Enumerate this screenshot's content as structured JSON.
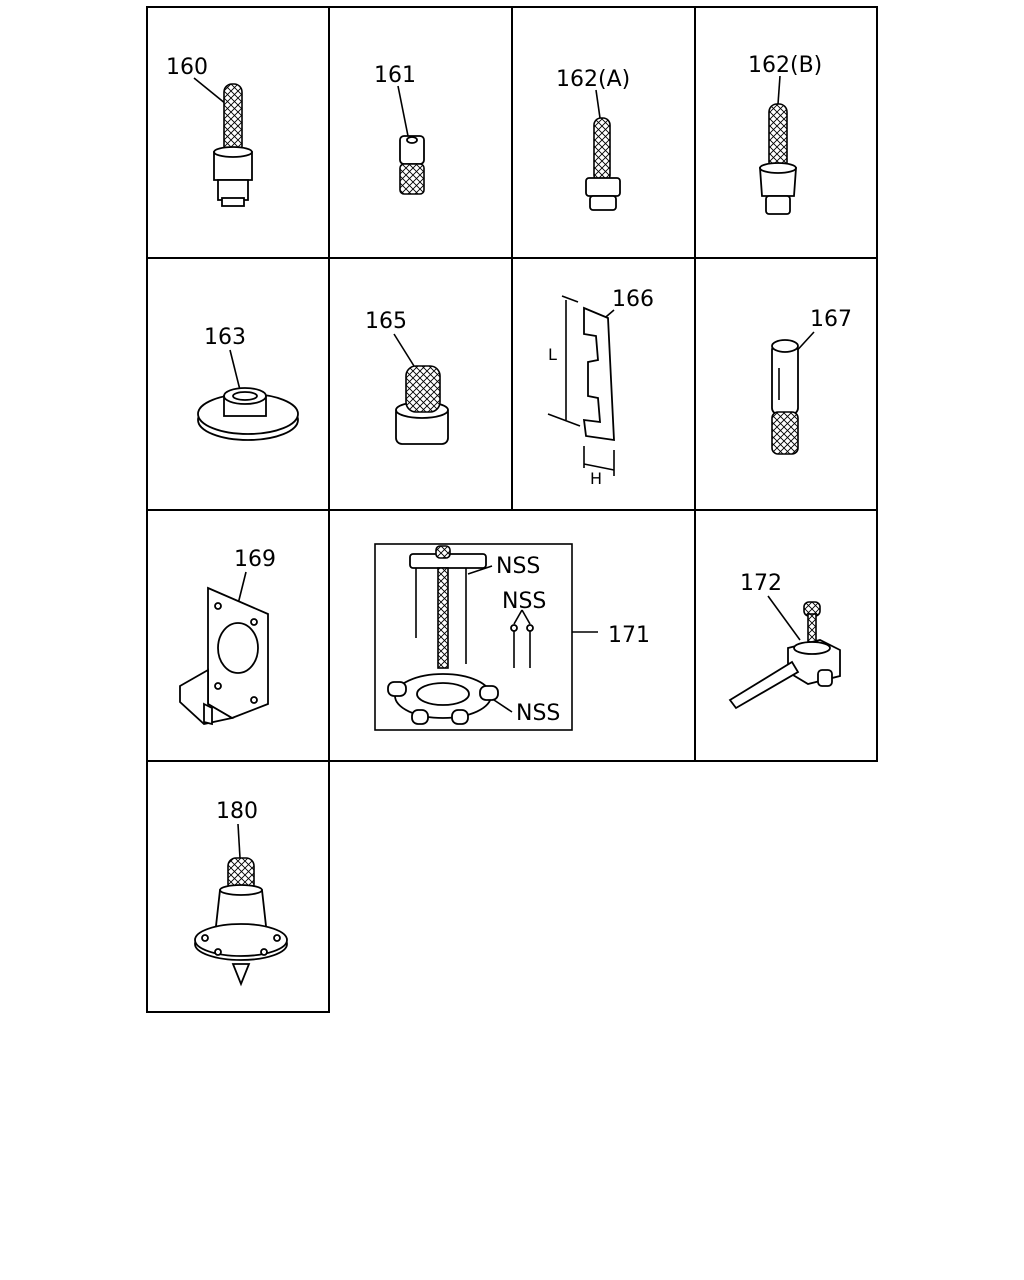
{
  "parts": [
    {
      "id": "p160",
      "label": "160"
    },
    {
      "id": "p161",
      "label": "161"
    },
    {
      "id": "p162a",
      "label": "162(A)"
    },
    {
      "id": "p162b",
      "label": "162(B)"
    },
    {
      "id": "p163",
      "label": "163"
    },
    {
      "id": "p165",
      "label": "165"
    },
    {
      "id": "p166",
      "label": "166"
    },
    {
      "id": "p167",
      "label": "167"
    },
    {
      "id": "p169",
      "label": "169"
    },
    {
      "id": "p171",
      "label": "171"
    },
    {
      "id": "p172",
      "label": "172"
    },
    {
      "id": "p180",
      "label": "180"
    }
  ],
  "dimensions": {
    "length": "L",
    "height": "H"
  },
  "nss_labels": [
    "NSS",
    "NSS",
    "NSS"
  ]
}
